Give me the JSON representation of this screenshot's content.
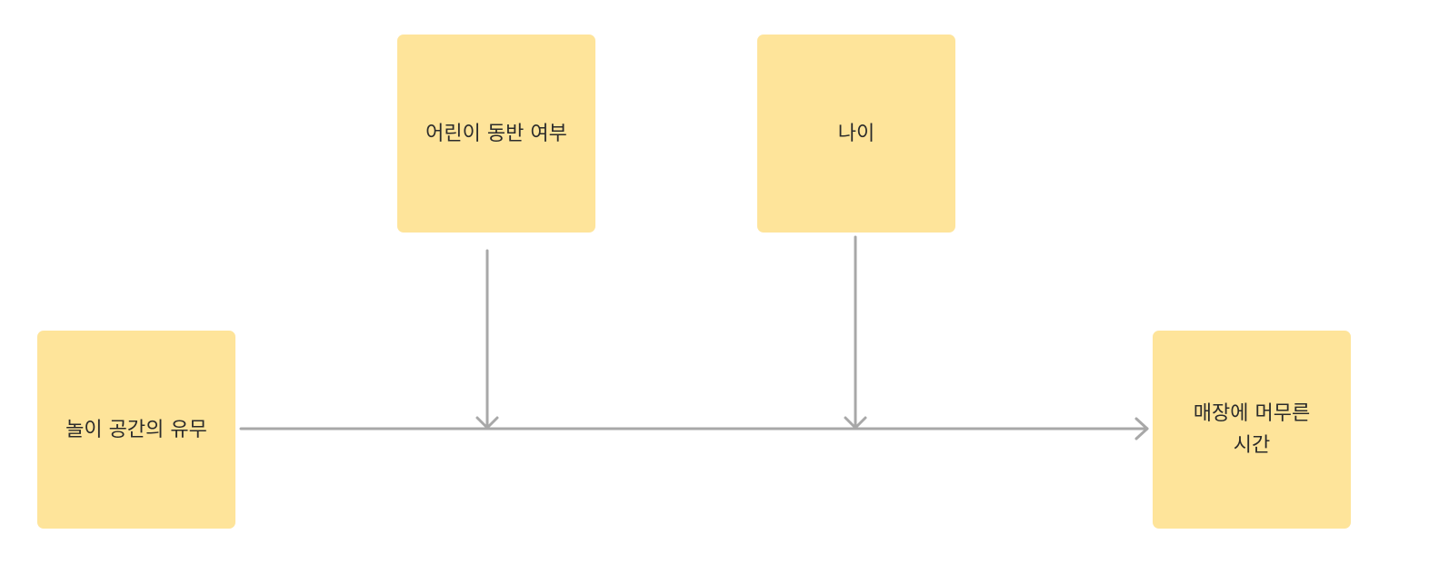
{
  "colors": {
    "sticky_fill": "#FEE49A",
    "arrow_stroke": "#A8A8A8",
    "text": "#2B2B2B",
    "background": "#FFFFFF"
  },
  "diagram": {
    "nodes": {
      "child_companion": {
        "label": "어린이 동반 여부"
      },
      "age": {
        "label": "나이"
      },
      "play_space": {
        "label": "놀이 공간의 유무"
      },
      "dwell_time": {
        "label": "매장에 머무른\n시간"
      }
    },
    "edges": [
      {
        "from": "play_space",
        "to": "dwell_time",
        "kind": "causal"
      },
      {
        "from": "child_companion",
        "to": "play_space->dwell_time",
        "kind": "moderator"
      },
      {
        "from": "age",
        "to": "play_space->dwell_time",
        "kind": "moderator"
      }
    ]
  }
}
